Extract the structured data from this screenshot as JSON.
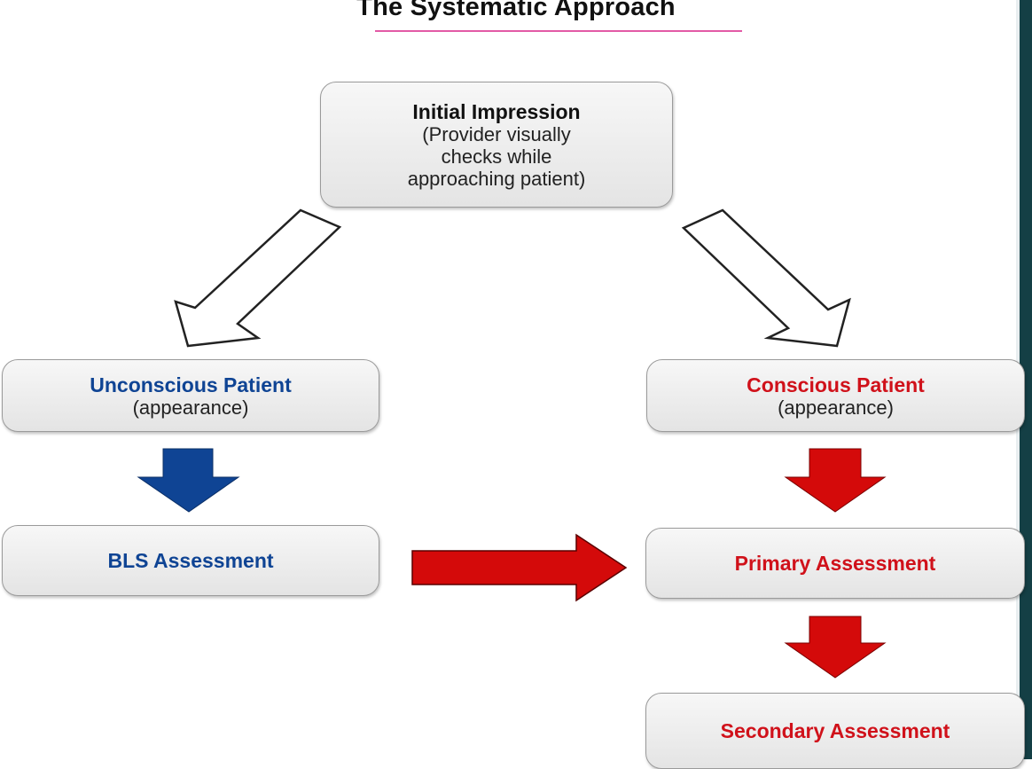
{
  "title": "The Systematic Approach",
  "colors": {
    "unconscious_path": "#0f4494",
    "conscious_path": "#d0111a",
    "title_underline": "#e35aa6",
    "box_border": "#9a9a9a",
    "side_bar": "#143f45"
  },
  "nodes": {
    "initial": {
      "title": "Initial Impression",
      "lines": [
        "(Provider visually",
        "checks while",
        "approaching patient)"
      ]
    },
    "unconscious": {
      "title": "Unconscious Patient",
      "subtitle": "(appearance)"
    },
    "conscious": {
      "title": "Conscious Patient",
      "subtitle": "(appearance)"
    },
    "bls": {
      "title": "BLS Assessment"
    },
    "primary": {
      "title": "Primary Assessment"
    },
    "secondary": {
      "title": "Secondary Assessment"
    }
  },
  "edges": [
    {
      "from": "initial",
      "to": "unconscious",
      "style": "outline"
    },
    {
      "from": "initial",
      "to": "conscious",
      "style": "outline"
    },
    {
      "from": "unconscious",
      "to": "bls",
      "style": "blue"
    },
    {
      "from": "conscious",
      "to": "primary",
      "style": "red"
    },
    {
      "from": "bls",
      "to": "primary",
      "style": "red"
    },
    {
      "from": "primary",
      "to": "secondary",
      "style": "red"
    }
  ]
}
